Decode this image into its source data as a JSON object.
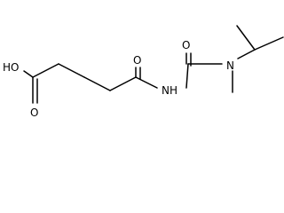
{
  "molecule": {
    "atoms": {
      "hydroxyl": "HO",
      "acid_carbonyl_o": "O",
      "amide_carbonyl_o": "O",
      "imide_nh": "NH",
      "urea_carbonyl_o": "O",
      "urea_n": "N"
    },
    "colors": {
      "bond": "#000000",
      "label": "#000000",
      "background": "#ffffff"
    }
  }
}
